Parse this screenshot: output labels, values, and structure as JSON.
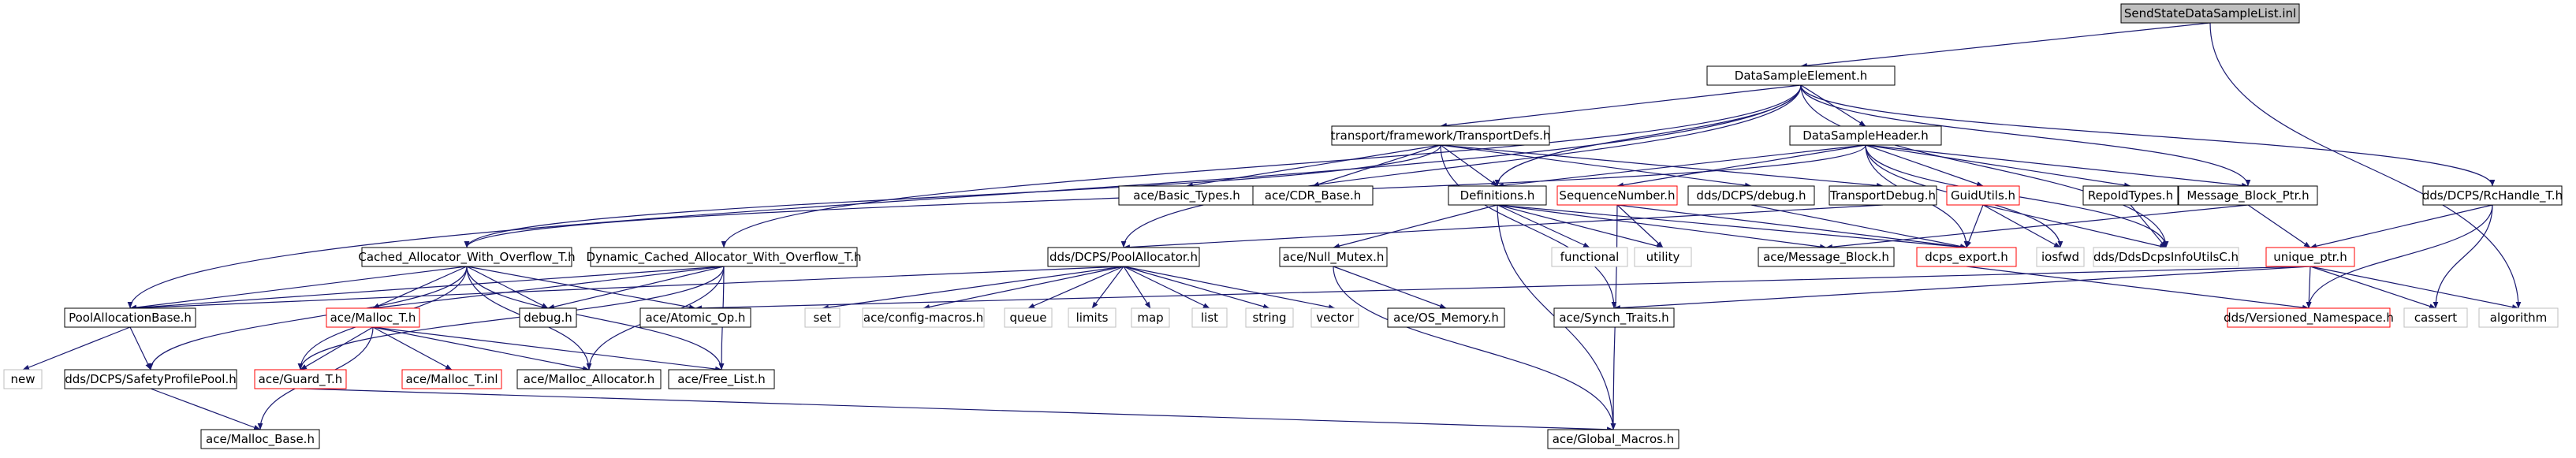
{
  "nodes": [
    {
      "id": "root",
      "label": "SendStateDataSampleList.inl",
      "style": "root"
    },
    {
      "id": "dse",
      "label": "DataSampleElement.h",
      "style": "normal"
    },
    {
      "id": "tdefs",
      "label": "transport/framework/TransportDefs.h",
      "style": "normal"
    },
    {
      "id": "dsh",
      "label": "DataSampleHeader.h",
      "style": "normal"
    },
    {
      "id": "rch",
      "label": "dds/DCPS/RcHandle_T.h",
      "style": "normal"
    },
    {
      "id": "basic",
      "label": "ace/Basic_Types.h",
      "style": "normal"
    },
    {
      "id": "cdr",
      "label": "ace/CDR_Base.h",
      "style": "normal"
    },
    {
      "id": "defs",
      "label": "Definitions.h",
      "style": "normal"
    },
    {
      "id": "seqnum",
      "label": "SequenceNumber.h",
      "style": "truncated"
    },
    {
      "id": "dcpsdebug",
      "label": "dds/DCPS/debug.h",
      "style": "normal"
    },
    {
      "id": "tdebug",
      "label": "TransportDebug.h",
      "style": "normal"
    },
    {
      "id": "guid",
      "label": "GuidUtils.h",
      "style": "truncated"
    },
    {
      "id": "repoid",
      "label": "RepoIdTypes.h",
      "style": "normal"
    },
    {
      "id": "mbptr",
      "label": "Message_Block_Ptr.h",
      "style": "normal"
    },
    {
      "id": "uptr",
      "label": "unique_ptr.h",
      "style": "truncated"
    },
    {
      "id": "cached",
      "label": "Cached_Allocator_With_Overflow_T.h",
      "style": "normal"
    },
    {
      "id": "dynamic",
      "label": "Dynamic_Cached_Allocator_With_Overflow_T.h",
      "style": "normal"
    },
    {
      "id": "pool",
      "label": "dds/DCPS/PoolAllocator.h",
      "style": "normal"
    },
    {
      "id": "nullmutex",
      "label": "ace/Null_Mutex.h",
      "style": "normal"
    },
    {
      "id": "functional",
      "label": "functional",
      "style": "system"
    },
    {
      "id": "utility",
      "label": "utility",
      "style": "system"
    },
    {
      "id": "msgblock",
      "label": "ace/Message_Block.h",
      "style": "normal"
    },
    {
      "id": "export",
      "label": "dcps_export.h",
      "style": "truncated"
    },
    {
      "id": "iosfwd",
      "label": "iosfwd",
      "style": "system"
    },
    {
      "id": "infoutils",
      "label": "dds/DdsDcpsInfoUtilsC.h",
      "style": "system"
    },
    {
      "id": "poolbase",
      "label": "PoolAllocationBase.h",
      "style": "normal"
    },
    {
      "id": "debug",
      "label": "debug.h",
      "style": "normal"
    },
    {
      "id": "malloct",
      "label": "ace/Malloc_T.h",
      "style": "truncated"
    },
    {
      "id": "atomic",
      "label": "ace/Atomic_Op.h",
      "style": "normal"
    },
    {
      "id": "set",
      "label": "set",
      "style": "system"
    },
    {
      "id": "config",
      "label": "ace/config-macros.h",
      "style": "system"
    },
    {
      "id": "queue",
      "label": "queue",
      "style": "system"
    },
    {
      "id": "limits",
      "label": "limits",
      "style": "system"
    },
    {
      "id": "map",
      "label": "map",
      "style": "system"
    },
    {
      "id": "list",
      "label": "list",
      "style": "system"
    },
    {
      "id": "string",
      "label": "string",
      "style": "system"
    },
    {
      "id": "vector",
      "label": "vector",
      "style": "system"
    },
    {
      "id": "osmem",
      "label": "ace/OS_Memory.h",
      "style": "normal"
    },
    {
      "id": "synch",
      "label": "ace/Synch_Traits.h",
      "style": "normal"
    },
    {
      "id": "versioned",
      "label": "dds/Versioned_Namespace.h",
      "style": "truncated"
    },
    {
      "id": "cassert",
      "label": "cassert",
      "style": "system"
    },
    {
      "id": "algorithm",
      "label": "algorithm",
      "style": "system"
    },
    {
      "id": "new",
      "label": "new",
      "style": "system"
    },
    {
      "id": "safety",
      "label": "dds/DCPS/SafetyProfilePool.h",
      "style": "normal"
    },
    {
      "id": "guardt",
      "label": "ace/Guard_T.h",
      "style": "truncated"
    },
    {
      "id": "mallocinl",
      "label": "ace/Malloc_T.inl",
      "style": "truncated"
    },
    {
      "id": "mallocalloc",
      "label": "ace/Malloc_Allocator.h",
      "style": "normal"
    },
    {
      "id": "freelist",
      "label": "ace/Free_List.h",
      "style": "normal"
    },
    {
      "id": "mallocbase",
      "label": "ace/Malloc_Base.h",
      "style": "normal"
    },
    {
      "id": "globalmacros",
      "label": "ace/Global_Macros.h",
      "style": "normal"
    }
  ],
  "edges": [
    [
      "root",
      "dse"
    ],
    [
      "root",
      "algorithm"
    ],
    [
      "dse",
      "tdefs"
    ],
    [
      "dse",
      "dsh"
    ],
    [
      "dse",
      "rch"
    ],
    [
      "dse",
      "defs"
    ],
    [
      "dse",
      "mbptr"
    ],
    [
      "dse",
      "dynamic"
    ],
    [
      "dse",
      "pool"
    ],
    [
      "dse",
      "poolbase"
    ],
    [
      "dse",
      "infoutils"
    ],
    [
      "tdefs",
      "basic"
    ],
    [
      "tdefs",
      "cdr"
    ],
    [
      "tdefs",
      "defs"
    ],
    [
      "tdefs",
      "dcpsdebug"
    ],
    [
      "tdefs",
      "tdebug"
    ],
    [
      "tdefs",
      "cached"
    ],
    [
      "tdefs",
      "synch"
    ],
    [
      "dsh",
      "defs"
    ],
    [
      "dsh",
      "seqnum"
    ],
    [
      "dsh",
      "guid"
    ],
    [
      "dsh",
      "repoid"
    ],
    [
      "dsh",
      "mbptr"
    ],
    [
      "dsh",
      "cached"
    ],
    [
      "dsh",
      "iosfwd"
    ],
    [
      "dsh",
      "infoutils"
    ],
    [
      "dsh",
      "export"
    ],
    [
      "rch",
      "uptr"
    ],
    [
      "rch",
      "versioned"
    ],
    [
      "rch",
      "cassert"
    ],
    [
      "defs",
      "functional"
    ],
    [
      "defs",
      "utility"
    ],
    [
      "defs",
      "msgblock"
    ],
    [
      "defs",
      "nullmutex"
    ],
    [
      "defs",
      "globalmacros"
    ],
    [
      "defs",
      "export"
    ],
    [
      "seqnum",
      "utility"
    ],
    [
      "seqnum",
      "export"
    ],
    [
      "seqnum",
      "globalmacros"
    ],
    [
      "dcpsdebug",
      "export"
    ],
    [
      "tdebug",
      "pool"
    ],
    [
      "guid",
      "export"
    ],
    [
      "guid",
      "iosfwd"
    ],
    [
      "guid",
      "infoutils"
    ],
    [
      "repoid",
      "infoutils"
    ],
    [
      "mbptr",
      "uptr"
    ],
    [
      "mbptr",
      "msgblock"
    ],
    [
      "uptr",
      "versioned"
    ],
    [
      "uptr",
      "cassert"
    ],
    [
      "uptr",
      "algorithm"
    ],
    [
      "uptr",
      "synch"
    ],
    [
      "uptr",
      "atomic"
    ],
    [
      "cached",
      "poolbase"
    ],
    [
      "cached",
      "debug"
    ],
    [
      "cached",
      "malloct"
    ],
    [
      "cached",
      "atomic"
    ],
    [
      "cached",
      "guardt"
    ],
    [
      "cached",
      "mallocalloc"
    ],
    [
      "cached",
      "freelist"
    ],
    [
      "cached",
      "safety"
    ],
    [
      "dynamic",
      "poolbase"
    ],
    [
      "dynamic",
      "debug"
    ],
    [
      "dynamic",
      "malloct"
    ],
    [
      "dynamic",
      "guardt"
    ],
    [
      "dynamic",
      "mallocalloc"
    ],
    [
      "dynamic",
      "freelist"
    ],
    [
      "pool",
      "set"
    ],
    [
      "pool",
      "config"
    ],
    [
      "pool",
      "queue"
    ],
    [
      "pool",
      "limits"
    ],
    [
      "pool",
      "map"
    ],
    [
      "pool",
      "list"
    ],
    [
      "pool",
      "string"
    ],
    [
      "pool",
      "vector"
    ],
    [
      "pool",
      "poolbase"
    ],
    [
      "nullmutex",
      "osmem"
    ],
    [
      "nullmutex",
      "globalmacros"
    ],
    [
      "export",
      "versioned"
    ],
    [
      "poolbase",
      "new"
    ],
    [
      "poolbase",
      "safety"
    ],
    [
      "malloct",
      "guardt"
    ],
    [
      "malloct",
      "mallocinl"
    ],
    [
      "malloct",
      "mallocalloc"
    ],
    [
      "malloct",
      "freelist"
    ],
    [
      "malloct",
      "mallocbase"
    ],
    [
      "safety",
      "mallocbase"
    ],
    [
      "guardt",
      "globalmacros"
    ]
  ]
}
